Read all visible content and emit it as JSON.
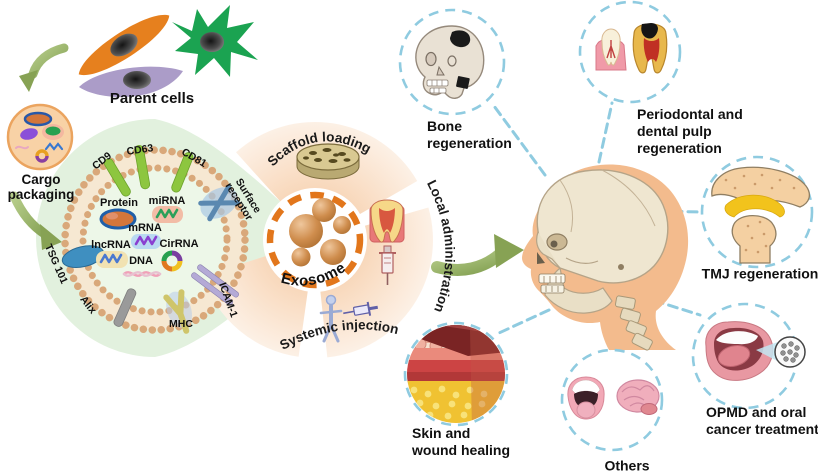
{
  "parent_cells": {
    "label": "Parent cells"
  },
  "cargo_packaging": {
    "line1": "Cargo",
    "line2": "packaging"
  },
  "exosome": {
    "label": "Exosome",
    "membrane_proteins": {
      "cd9": "CD9",
      "cd63": "CD63",
      "cd81": "CD81",
      "surface_receptor": "Surface receptor",
      "icam1": "ICAM-1",
      "mhc": "MHC",
      "alix": "Alix",
      "tsg101": "TSG 101"
    },
    "cargo": {
      "protein": "Protein",
      "mirna": "miRNA",
      "mrna": "mRNA",
      "lncrna": "lncRNA",
      "cirrna": "CirRNA",
      "dna": "DNA"
    }
  },
  "delivery_routes": {
    "scaffold": "Scaffold loading",
    "local": "Local administration",
    "systemic": "Systemic injection"
  },
  "applications": {
    "bone": {
      "line1": "Bone",
      "line2": "regeneration"
    },
    "periodontal": {
      "line1": "Periodontal and",
      "line2": "dental pulp",
      "line3": "regeneration"
    },
    "tmj": {
      "label": "TMJ regeneration"
    },
    "opmd": {
      "line1": "OPMD and oral",
      "line2": "cancer treatment"
    },
    "others": {
      "label": "Others"
    },
    "skin": {
      "line1": "Skin and",
      "line2": "wound healing"
    }
  },
  "colors": {
    "exosome_dash_orange": "#e2761b",
    "app_circle_blue": "#8fcbe0",
    "arrow_green": "#94b261",
    "membrane_tan": "#d9a87a",
    "fan_peach": "#f7cfa8",
    "teardrop_green": "#e2f1de"
  }
}
